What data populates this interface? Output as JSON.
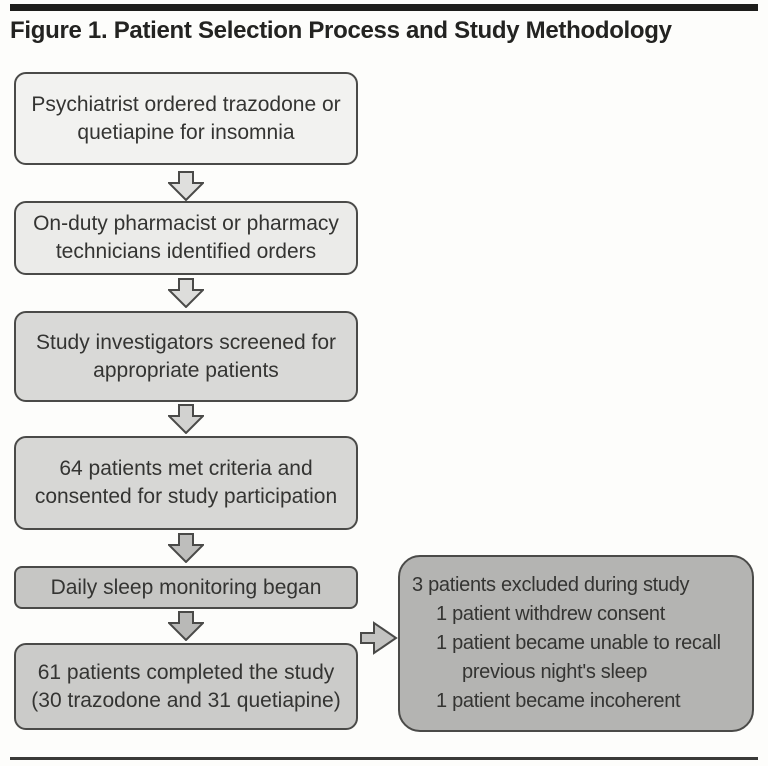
{
  "title": "Figure 1. Patient Selection Process and Study Methodology",
  "flowchart": {
    "boxes": [
      {
        "name": "psychiatrist-order",
        "lines": [
          "Psychiatrist ordered trazodone or",
          "quetiapine for insomnia"
        ],
        "fill": "#f2f2f0"
      },
      {
        "name": "pharmacist-identified-orders",
        "lines": [
          "On-duty pharmacist or pharmacy",
          "technicians identified orders"
        ],
        "fill": "#ebebe9"
      },
      {
        "name": "investigators-screened",
        "lines": [
          "Study investigators screened for",
          "appropriate patients"
        ],
        "fill": "#d9d9d7"
      },
      {
        "name": "patients-met-criteria",
        "lines": [
          "64 patients met criteria and",
          "consented for study participation"
        ],
        "fill": "#d7d7d5"
      },
      {
        "name": "sleep-monitoring-began",
        "lines": [
          "Daily sleep monitoring began"
        ],
        "fill": "#c6c6c4"
      },
      {
        "name": "patients-completed-study",
        "lines": [
          "61 patients completed the study",
          "(30 trazodone and 31 quetiapine)"
        ],
        "fill": "#cbcbc9"
      }
    ],
    "down_arrow_fills": [
      "#dfdfdd",
      "#dddddb",
      "#d2d2d0",
      "#bebebc",
      "#b9b9b7"
    ],
    "side_arrow_fill": "#c3c3c1"
  },
  "exclusion_box": {
    "fill": "#b4b4b2",
    "lines": [
      "3 patients excluded during study",
      "1 patient withdrew consent",
      "1 patient became unable to recall",
      "previous night's sleep",
      "1 patient became incoherent"
    ]
  },
  "colors": {
    "top_rule": "#1d1d1b",
    "bottom_rule": "#3a3a38",
    "box_border": "#4a4a48",
    "text": "#343432"
  }
}
